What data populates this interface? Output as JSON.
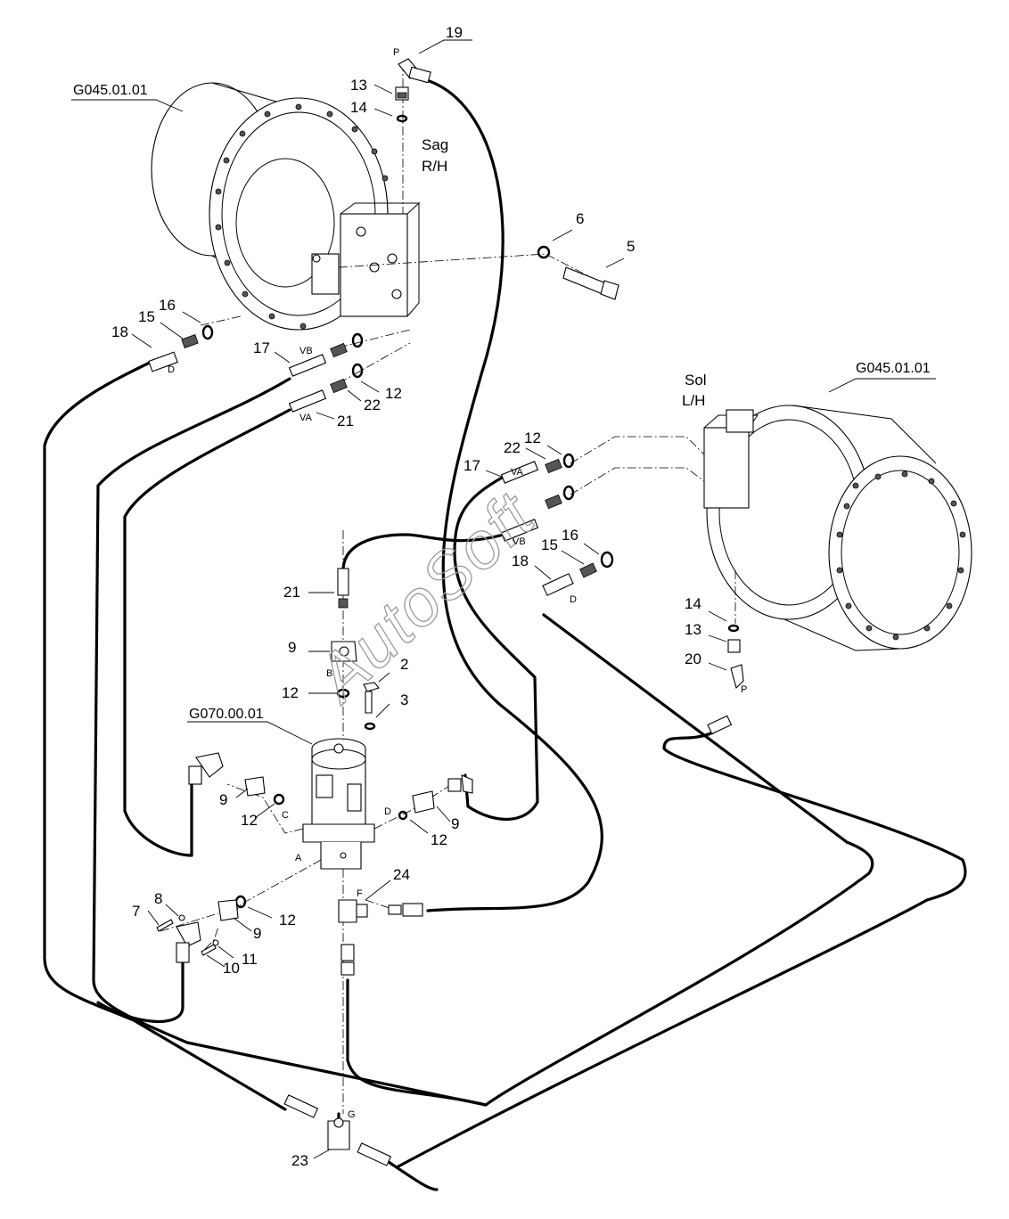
{
  "watermark": "AutoSoft",
  "references": {
    "right_motor": "G045.01.01",
    "left_motor": "G045.01.01",
    "swivel_joint": "G070.00.01"
  },
  "sides": {
    "right_line1": "Sag",
    "right_line2": "R/H",
    "left_line1": "Sol",
    "left_line2": "L/H"
  },
  "port_labels": {
    "p_top": "P",
    "p_left": "P",
    "d_right_motor": "D",
    "d_left_motor": "D",
    "vb_right": "VB",
    "va_right": "VA",
    "va_left": "VA",
    "vb_left": "VB",
    "b_swivel": "B",
    "c_swivel": "C",
    "d_swivel": "D",
    "a_swivel": "A",
    "f_fitting": "F",
    "g_tee": "G"
  },
  "part_numbers": {
    "n19": "19",
    "n13_top": "13",
    "n14_top": "14",
    "n6": "6",
    "n5": "5",
    "n16_r": "16",
    "n15_r": "15",
    "n18_r": "18",
    "n17_r": "17",
    "n12_r": "12",
    "n22_r": "22",
    "n21_r": "21",
    "n12_l1": "12",
    "n22_l": "22",
    "n17_l": "17",
    "n16_l": "16",
    "n15_l": "15",
    "n18_l": "18",
    "n14_l": "14",
    "n13_l": "13",
    "n20": "20",
    "n21_c": "21",
    "n9_c": "9",
    "n2": "2",
    "n12_c": "12",
    "n3": "3",
    "n9_lc": "9",
    "n12_lc": "12",
    "n9_rc": "9",
    "n12_rc": "12",
    "n24": "24",
    "n8": "8",
    "n7": "7",
    "n12_a": "12",
    "n9_a": "9",
    "n11": "11",
    "n10": "10",
    "n23": "23"
  }
}
